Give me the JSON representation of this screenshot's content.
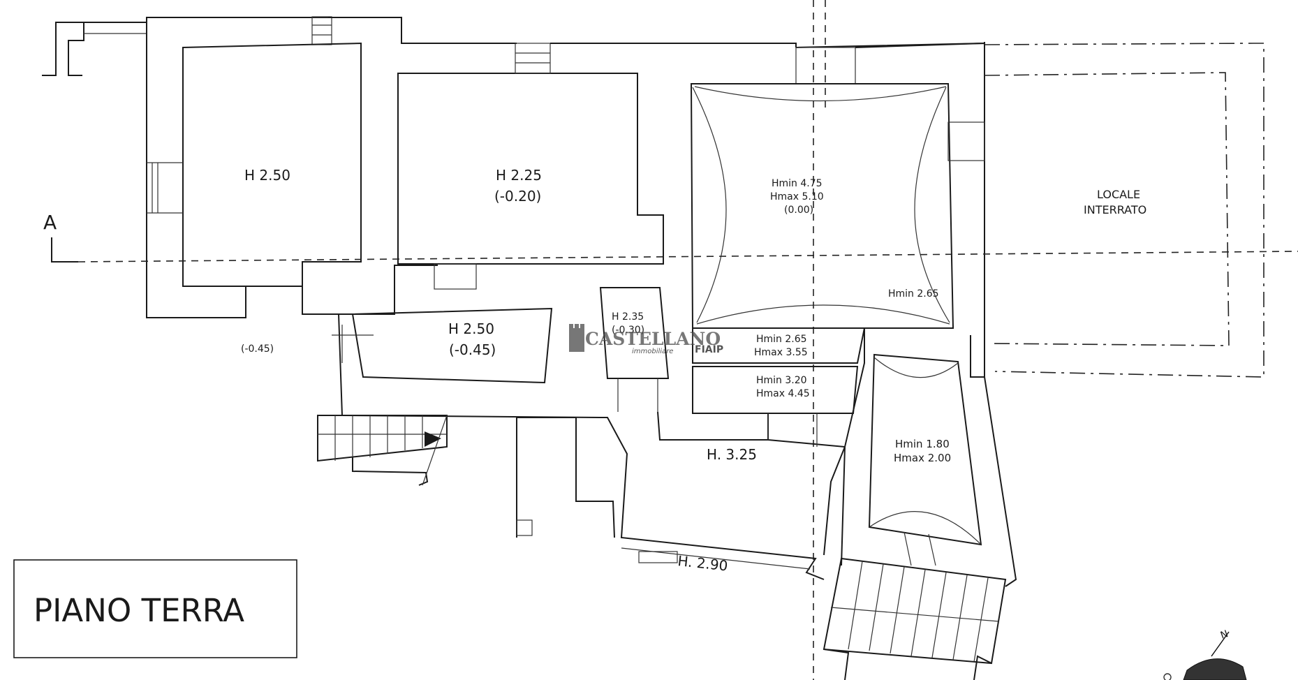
{
  "title": "PIANO TERRA",
  "section_marker": "A",
  "north_label": "N",
  "watermark": {
    "brand": "CASTELLANO",
    "tagline": "immobiliare",
    "affiliation": "FIAIP"
  },
  "rooms": [
    {
      "id": "room-nw",
      "label": "H 2.50"
    },
    {
      "id": "room-n-center",
      "label": "H 2.25",
      "sub": "(-0.20)"
    },
    {
      "id": "room-vaulted",
      "label": "Hmin 4.75",
      "sub": "Hmax 5.10",
      "sub2": "(0.00)"
    },
    {
      "id": "locale-interrato",
      "label": "LOCALE",
      "sub": "INTERRATO"
    },
    {
      "id": "room-center",
      "label": "H 2.50",
      "sub": "(-0.45)"
    },
    {
      "id": "room-small",
      "label": "H 2.35",
      "sub": "(-0.30)"
    },
    {
      "id": "vault-edge",
      "label": "Hmin 2.65"
    },
    {
      "id": "corridor-1",
      "label": "Hmin 2.65",
      "sub": "Hmax 3.55"
    },
    {
      "id": "corridor-2",
      "label": "Hmin 3.20",
      "sub": "Hmax 4.45"
    },
    {
      "id": "room-south",
      "label": "H. 3.25"
    },
    {
      "id": "room-se",
      "label": "Hmin 1.80",
      "sub": "Hmax 2.00"
    },
    {
      "id": "room-sw-strip",
      "label": "H. 2.90"
    }
  ],
  "outdoor_level": "(-0.45)"
}
